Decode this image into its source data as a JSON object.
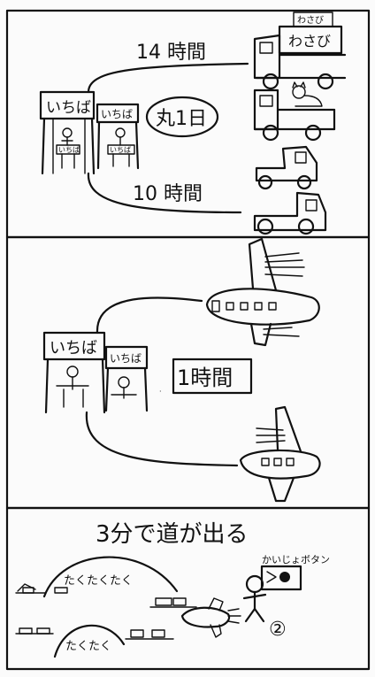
{
  "panel1": {
    "market_main": "いちば",
    "market_small": "いちば",
    "market_sign_left": "いちば",
    "market_sign_right": "いちば",
    "top_duration": "14 時間",
    "middle_duration": "丸1日",
    "bottom_duration": "10 時間",
    "truck_sign_small": "わさび",
    "truck_sign_big": "わさび"
  },
  "panel2": {
    "market_main": "いちば",
    "market_small": "いちば",
    "duration": "1時間"
  },
  "panel3": {
    "title": "3分で道が出る",
    "button_label": "かいじょボタン",
    "number": "②",
    "hut_top_label": "たくたくたく",
    "hut_bottom_label": "たくたく"
  }
}
